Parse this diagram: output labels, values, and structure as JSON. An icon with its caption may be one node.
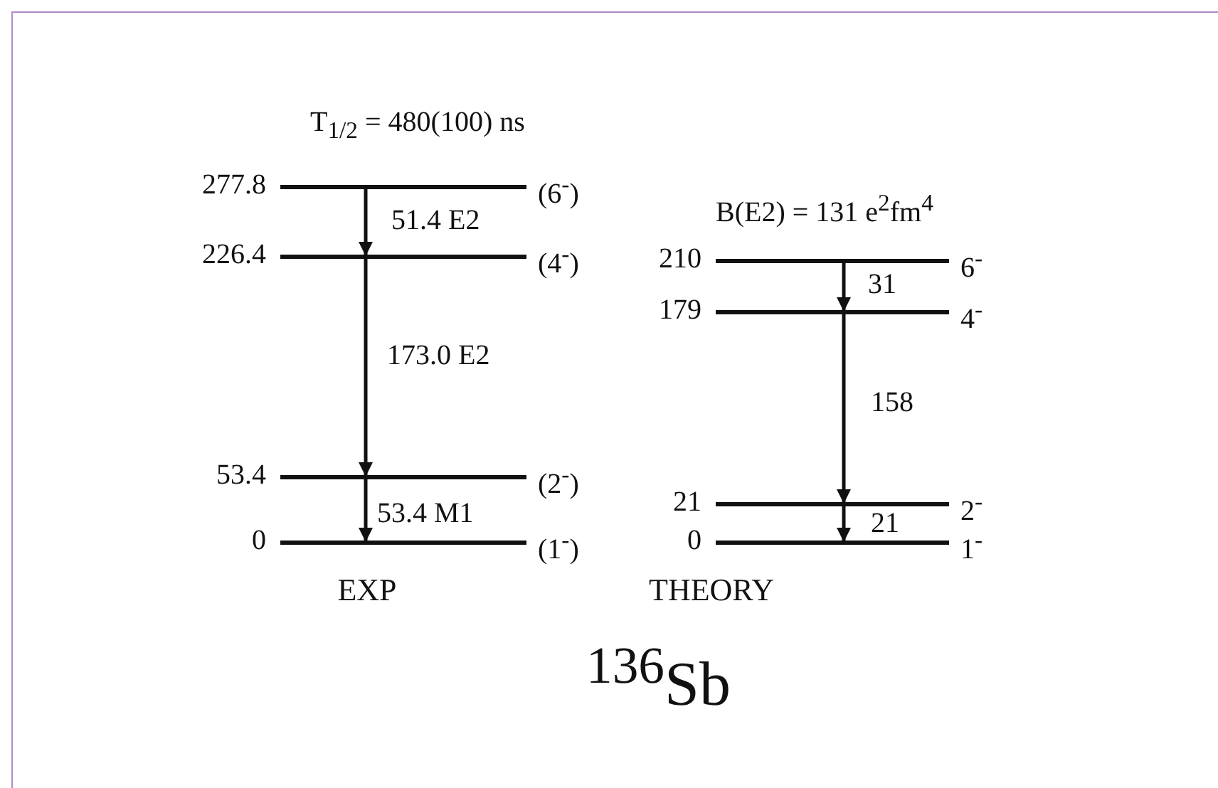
{
  "diagram": {
    "caption": "$^{136}$Sb",
    "nodes": [
      {
        "text": [
          "277.8",
          "(6$^{-}$)"
        ]
      },
      {
        "text": [
          "226.4",
          "(4$^{-}$)"
        ]
      },
      {
        "text": [
          "53.4",
          "(2$^{-}$)"
        ]
      },
      {
        "text": [
          "0",
          "(1$^{-}$)"
        ]
      },
      {
        "text": [
          "210",
          "6$^{-}$"
        ]
      },
      {
        "text": [
          "179",
          "4$^{-}$"
        ]
      },
      {
        "text": [
          "21",
          "2$^{-}$"
        ]
      },
      {
        "text": [
          "0",
          "1$^{-}$"
        ]
      }
    ],
    "edges": [
      {
        "from": 0,
        "to": 1,
        "arrow": "to",
        "label": "51.4 E2"
      },
      {
        "from": 1,
        "to": 2,
        "arrow": "to",
        "label": "173.0 E2"
      },
      {
        "from": 2,
        "to": 3,
        "arrow": "to",
        "label": "53.4 M1"
      },
      {
        "from": 4,
        "to": 5,
        "arrow": "to",
        "label": "31"
      },
      {
        "from": 5,
        "to": 6,
        "arrow": "to",
        "label": "158"
      },
      {
        "from": 6,
        "to": 7,
        "arrow": "to",
        "label": "21"
      }
    ],
    "labels": [
      "T$_{1/2}$ = 480(100) ns",
      "B(E2) = 131 e$^{2}$fm$^{4}$",
      "EXP",
      "THEORY"
    ]
  }
}
